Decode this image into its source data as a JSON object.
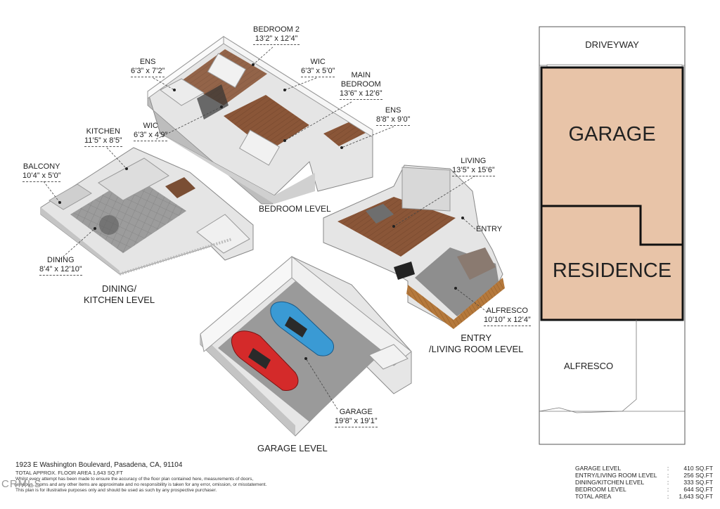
{
  "rooms": {
    "bedroom2": {
      "name": "BEDROOM 2",
      "dims": "13’2” x 12’4”"
    },
    "ens1": {
      "name": "ENS",
      "dims": "6’3” x 7’2”"
    },
    "wic1": {
      "name": "WIC",
      "dims": "6’3” x 5’0”"
    },
    "main_bedroom": {
      "name1": "MAIN",
      "name2": "BEDROOM",
      "dims": "13’6” x 12’6”"
    },
    "ens2": {
      "name": "ENS",
      "dims": "8’8” x 9’0”"
    },
    "kitchen": {
      "name": "KITCHEN",
      "dims": "11’5” x 8’5”"
    },
    "wic2": {
      "name": "WIC",
      "dims": "6’3” x 4’9”"
    },
    "balcony": {
      "name": "BALCONY",
      "dims": "10’4” x 5’0”"
    },
    "dining": {
      "name": "DINING",
      "dims": "8’4” x 12’10”"
    },
    "living": {
      "name": "LIVING",
      "dims": "13’5” x 15’6”"
    },
    "entry": {
      "name": "ENTRY"
    },
    "alfresco": {
      "name": "ALFRESCO",
      "dims": "10’10” x 12’4”"
    },
    "garage": {
      "name": "GARAGE",
      "dims": "19’8” x 19’1”"
    }
  },
  "levels": {
    "bedroom": "BEDROOM LEVEL",
    "dining_1": "DINING/",
    "dining_2": "KITCHEN LEVEL",
    "entry_1": "ENTRY",
    "entry_2": "/LIVING ROOM LEVEL",
    "garage": "GARAGE LEVEL"
  },
  "site_plan": {
    "driveway": "DRIVEYWAY",
    "garage": "GARAGE",
    "residence": "RESIDENCE",
    "alfresco": "ALFRESCO"
  },
  "footer": {
    "address": "1923 E Washington Boulevard, Pasadena, CA, 91104",
    "total": "TOTAL APPROX. FLOOR AREA 1,643 SQ.FT",
    "disclaimer_1": "Whilst every attempt has been made to ensure the accuracy of the floor plan contained here, measurements of doors,",
    "disclaimer_2": "windows, rooms and any other items are approximate and no responsibility is taken for any error, omission, or misstatement.",
    "disclaimer_3": "This plan is for illustrative purposes only and should be used as such by any prospective purchaser.",
    "watermark": "CRMLS"
  },
  "area_table": [
    {
      "level": "GARAGE LEVEL",
      "sep": ":",
      "value": "410 SQ.FT"
    },
    {
      "level": "ENTRY/LIVING ROOM LEVEL",
      "sep": ":",
      "value": "256 SQ.FT"
    },
    {
      "level": "DINING/KITCHEN LEVEL",
      "sep": ":",
      "value": "333 SQ.FT"
    },
    {
      "level": "BEDROOM LEVEL",
      "sep": ":",
      "value": "644 SQ.FT"
    },
    {
      "level": "TOTAL AREA",
      "sep": ":",
      "value": "1,643 SQ.FT"
    }
  ],
  "colors": {
    "site_fill": "#e8c4a8",
    "wall": "#ffffff",
    "floor_wood": "#8b5a3c",
    "floor_tile": "#9a9a9a",
    "car_red": "#d42a2a",
    "car_blue": "#3a9ad4",
    "deck": "#b0773a"
  }
}
